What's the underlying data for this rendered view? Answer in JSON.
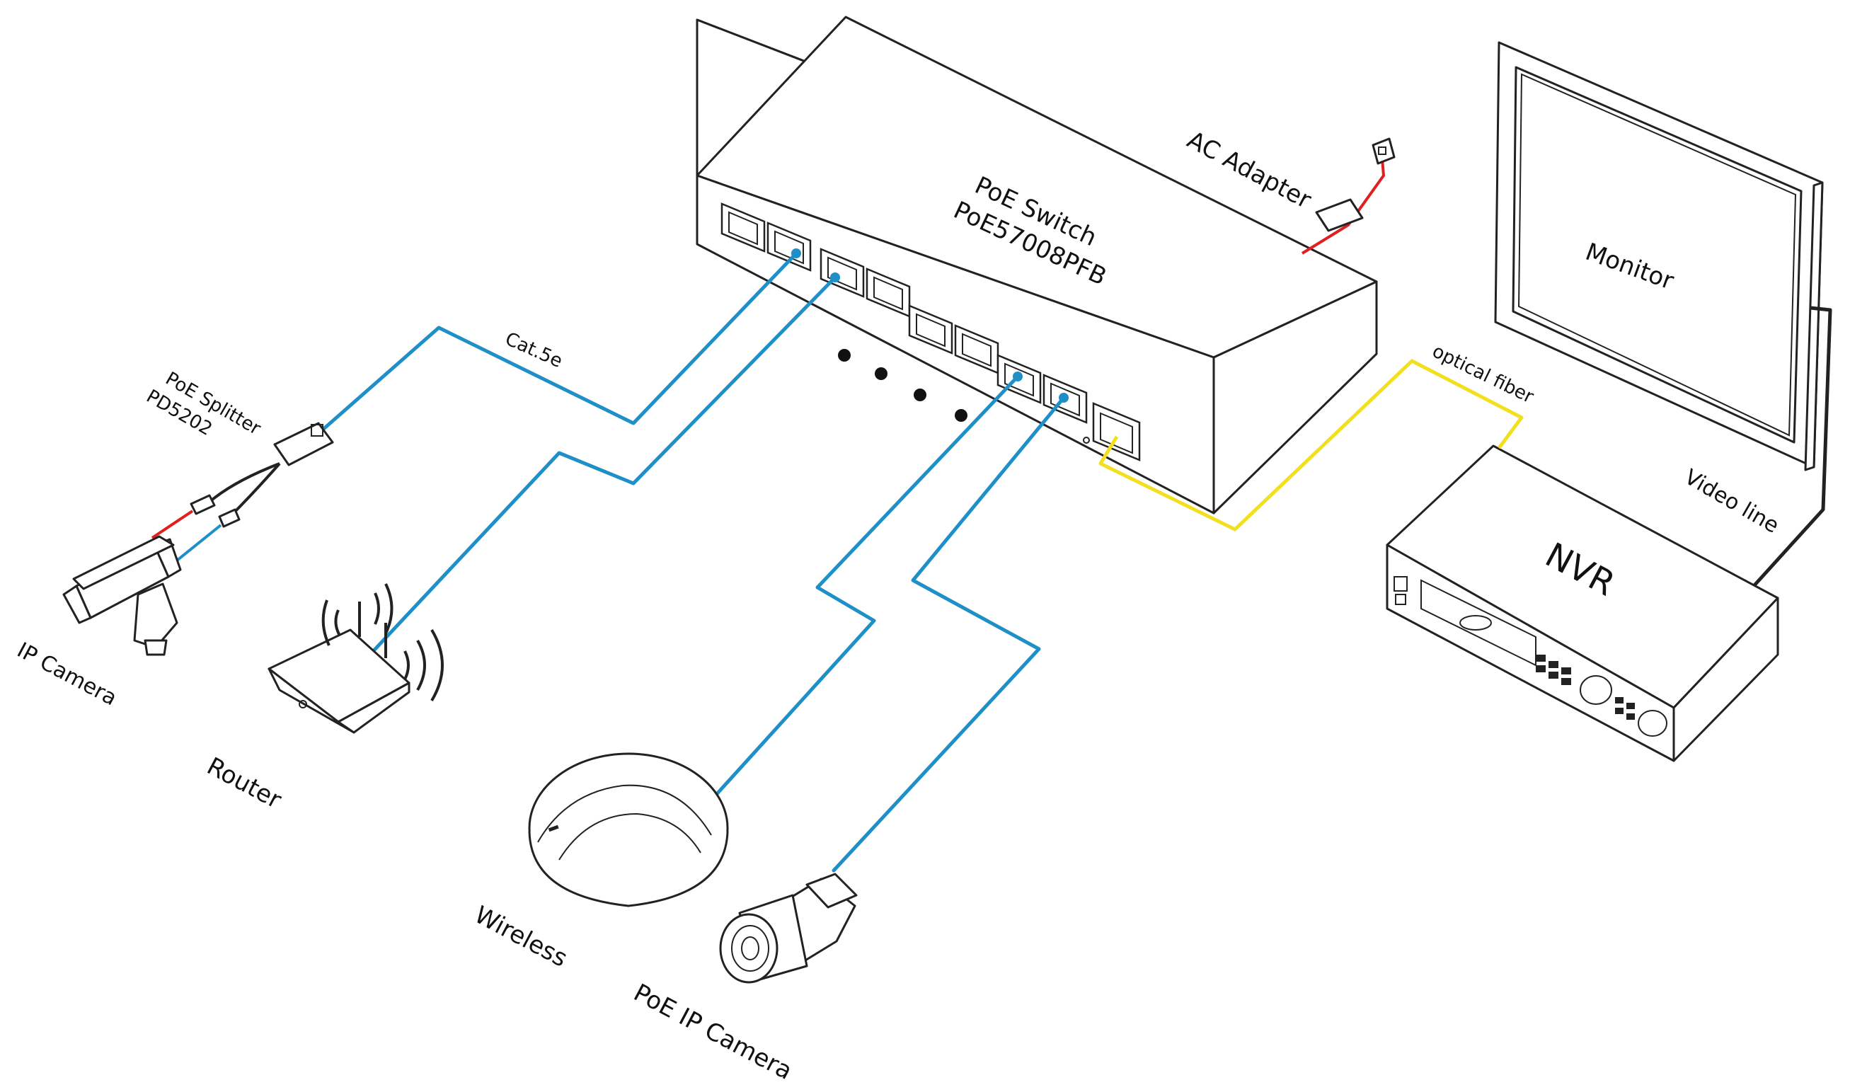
{
  "labels": {
    "switch_line1": "PoE  Switch",
    "switch_line2": "PoE57008PFB",
    "ac_adapter": "AC Adapter",
    "cat5e": "Cat.5e",
    "poe_splitter_line1": "PoE Splitter",
    "poe_splitter_line2": "PD5202",
    "ip_camera": "IP Camera",
    "router": "Router",
    "wireless": "Wireless",
    "poe_ip_camera": "PoE IP Camera",
    "optical_fiber": "optical fiber",
    "monitor": "Monitor",
    "video_line": "Video line",
    "nvr": "NVR"
  },
  "colors": {
    "ethernet_cable": "#1f8fc8",
    "optical_fiber": "#f2e01e",
    "power_cable": "#e02020",
    "video_cable": "#222222",
    "outline": "#222222"
  }
}
